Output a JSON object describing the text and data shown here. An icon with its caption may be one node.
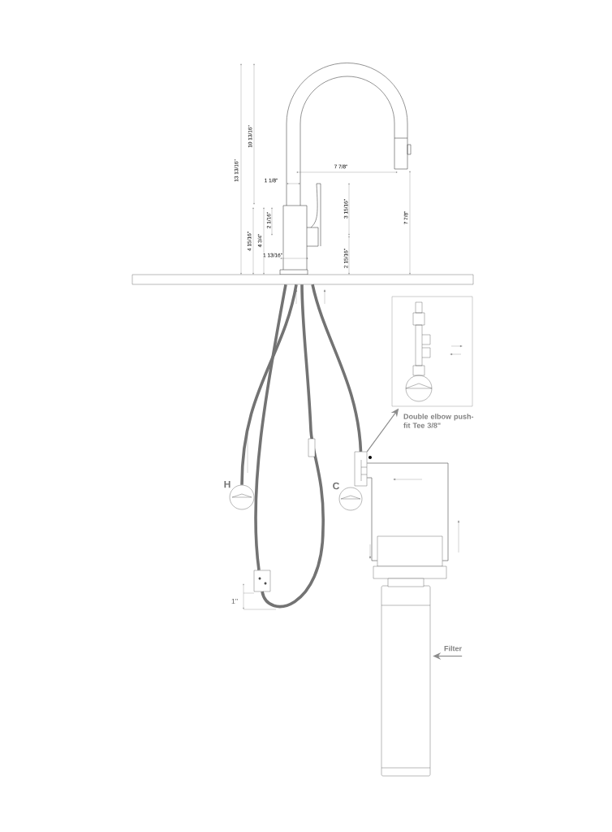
{
  "diagram": {
    "nodes": [
      {
        "text": [],
        "shape": "bar"
      },
      {
        "text": [],
        "shape": "picture"
      },
      {
        "text": [],
        "shape": "box"
      },
      {
        "text": [],
        "shape": "circle"
      },
      {
        "text": [],
        "shape": "circle"
      },
      {
        "text": [],
        "shape": "box"
      },
      {
        "text": [],
        "shape": "box"
      },
      {
        "text": [
          "Filter"
        ]
      },
      {
        "text": [],
        "shape": "cylinder"
      }
    ],
    "edges": [
      {
        "from": 0,
        "to": 3,
        "arrow": "none",
        "style": "thick"
      },
      {
        "from": 0,
        "to": 6,
        "arrow": "none",
        "style": "thick"
      },
      {
        "from": 6,
        "to": 0,
        "arrow": "none",
        "style": "thick"
      },
      {
        "from": 0,
        "to": 2,
        "arrow": "none",
        "style": "thick"
      },
      {
        "from": 2,
        "to": 1,
        "arrow": "to",
        "color": "#8c8c8c"
      },
      {
        "from": 2,
        "to": 5,
        "arrow": "none"
      },
      {
        "from": 2,
        "to": 5,
        "arrow": "none"
      },
      {
        "from": 7,
        "to": 8,
        "arrow": "to",
        "color": "#8c8c8c"
      }
    ],
    "labels": [
      "13 13/16\"",
      "10 13/16\"",
      "7 7/8\"",
      "1 1/8\"",
      "3 15/16\"",
      "7 7/8\"",
      "2 1/16\"",
      "4 15/16\"",
      "4 3/4\"",
      "2 15/16\"",
      "1 13/16\"",
      "H",
      "C",
      "Double elbow push-fit Tee 3/8\"",
      "1\""
    ]
  }
}
